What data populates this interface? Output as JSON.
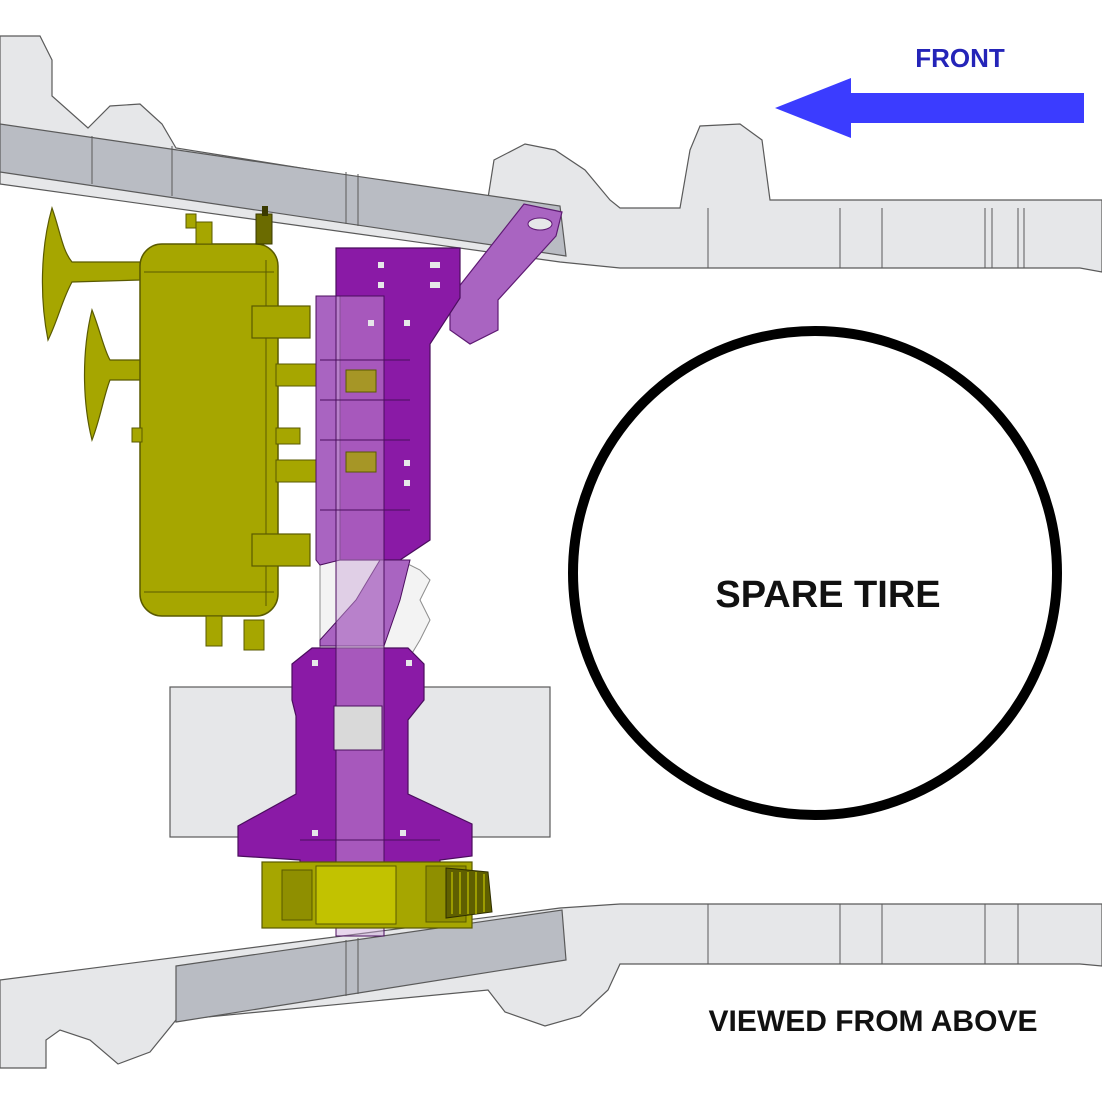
{
  "labels": {
    "front": "FRONT",
    "spare_tire": "SPARE TIRE",
    "view_note": "VIEWED FROM ABOVE"
  },
  "colors": {
    "background": "#ffffff",
    "frame_fill": "#e6e7e9",
    "frame_rail": "#b9bcc3",
    "frame_outline": "#5a5a5a",
    "bracket": "#8a1aa6",
    "bracket_light": "#a964c1",
    "tank": "#a6a600",
    "tank_dark": "#6b6b00",
    "arrow": "#3b3cff",
    "front_text": "#2424b8",
    "text": "#111111"
  },
  "icons": {
    "direction": "left-arrow-icon"
  }
}
